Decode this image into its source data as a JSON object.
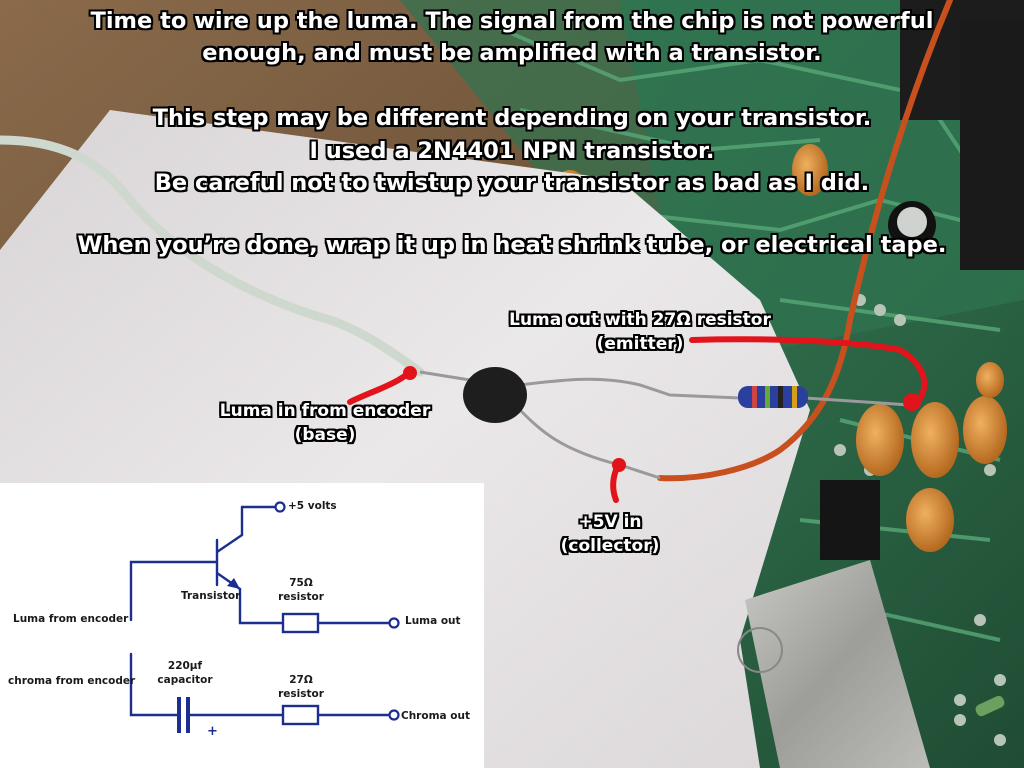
{
  "caption": {
    "line1": "Time to wire up the luma. The signal from the chip is not powerful",
    "line2": "enough, and must be amplified with a transistor.",
    "line3": "This step may be different depending on your transistor.",
    "line4": "I used a 2N4401 NPN transistor.",
    "line5": "Be careful not to twistup your transistor as bad as I did.",
    "line6": "When you’re done, wrap it up in heat shrink tube, or electrical tape."
  },
  "annotations": {
    "luma_out_line1": "Luma out with 27Ω resistor",
    "luma_out_line2": "(emitter)",
    "luma_in_line1": "Luma in from encoder",
    "luma_in_line2": "(base)",
    "vin_line1": "+5V in",
    "vin_line2": "(collector)"
  },
  "schematic": {
    "supply": "+5 volts",
    "transistor": "Transistor",
    "r75_line1": "75Ω",
    "r75_line2": "resistor",
    "luma_from": "Luma from encoder",
    "luma_out": "Luma out",
    "cap_line1": "220µf",
    "cap_line2": "capacitor",
    "r27_line1": "27Ω",
    "r27_line2": "resistor",
    "chroma_from": "chroma from encoder",
    "chroma_out": "Chroma out",
    "plus": "+"
  },
  "colors": {
    "marker_red": "#e0141a",
    "pcb_green": "#2f6e4a",
    "wire_blue": "#2a3f9e",
    "paper": "#e9e7e8",
    "orange_wire": "#c8501e"
  }
}
